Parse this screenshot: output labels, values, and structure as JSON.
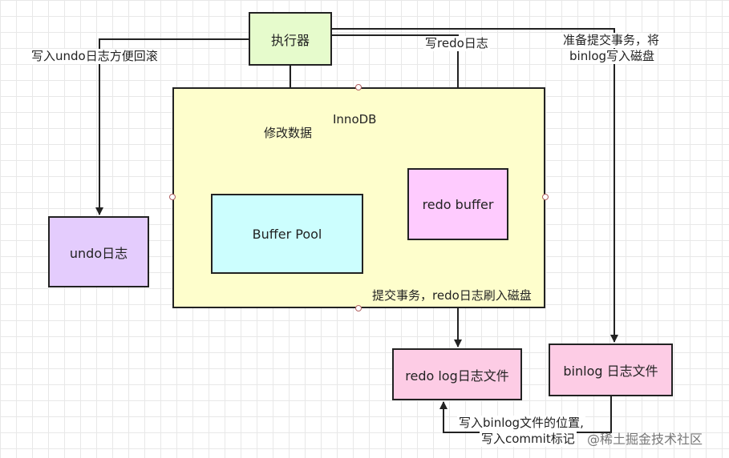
{
  "nodes": {
    "executor": "执行器",
    "innodb": "InnoDB",
    "buffer_pool": "Buffer Pool",
    "redo_buffer": "redo buffer",
    "undo_log": "undo日志",
    "redo_log_file": "redo log日志文件",
    "binlog_file": "binlog 日志文件"
  },
  "edge_labels": {
    "write_undo": "写入undo日志方便回滚",
    "write_redo": "写redo日志",
    "prepare_commit_line1": "准备提交事务，将",
    "prepare_commit_line2": "binlog写入磁盘",
    "modify_data": "修改数据",
    "commit_flush_redo": "提交事务，redo日志刷入磁盘",
    "write_binlog_pos_line1": "写入binlog文件的位置,",
    "write_binlog_pos_line2": "写入commit标记"
  },
  "watermark": "@稀土掘金技术社区",
  "colors": {
    "executor": "#e6fbcc",
    "innodb": "#fefecc",
    "buffer_pool": "#ccfefe",
    "redo_buffer": "#fecbfe",
    "undo_log": "#e4ccfd",
    "log_files": "#fdcce5"
  }
}
